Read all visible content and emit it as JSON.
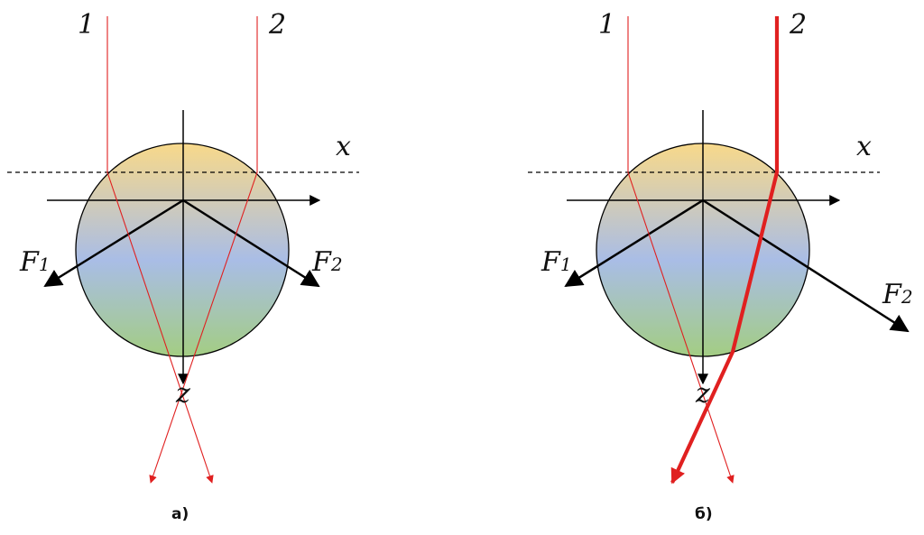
{
  "panels": [
    {
      "beam1_label": "1",
      "beam2_label": "2",
      "x_label": "x",
      "z_label": "z",
      "f1_main": "F",
      "f1_sub": "1",
      "f2_main": "F",
      "f2_sub": "2",
      "caption": "a)"
    },
    {
      "beam1_label": "1",
      "beam2_label": "2",
      "x_label": "x",
      "z_label": "z",
      "f1_main": "F",
      "f1_sub": "1",
      "f2_main": "F",
      "f2_sub": "2",
      "caption": "б)"
    }
  ],
  "colors": {
    "beam": "#e02020",
    "axis": "#000000",
    "sphere_top": "#f8d98a",
    "sphere_mid": "#a9bde6",
    "sphere_bottom": "#a3cd83"
  }
}
